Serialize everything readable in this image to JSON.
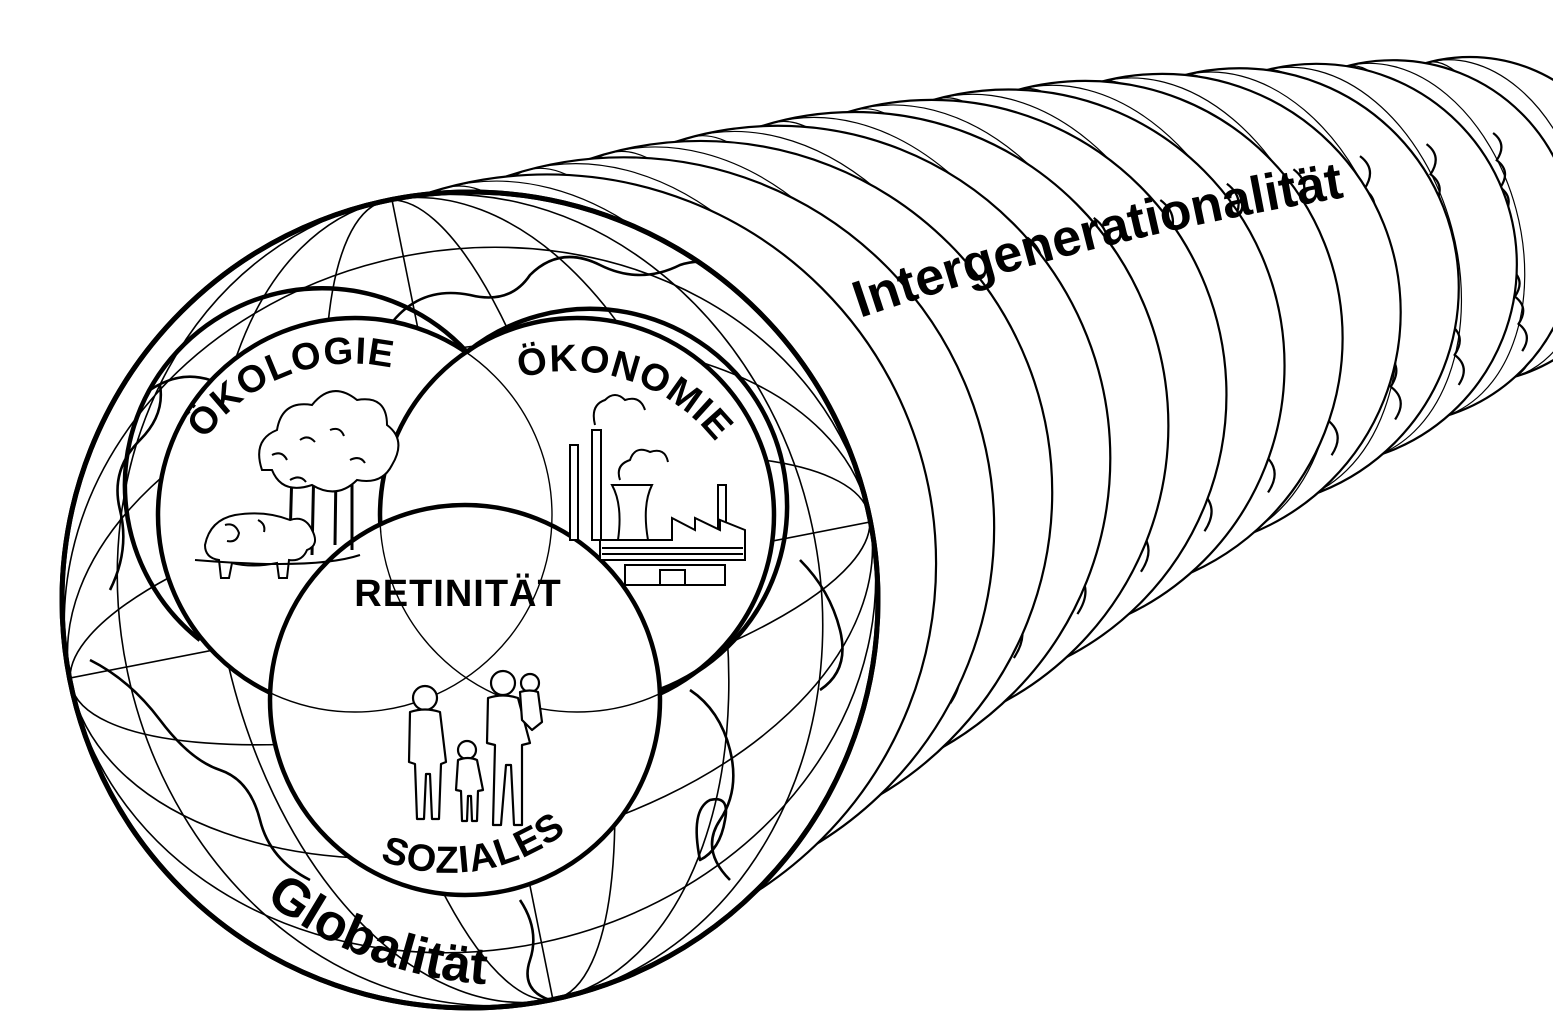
{
  "labels": {
    "ecology": "ÖKOLOGIE",
    "economy": "ÖKONOMIE",
    "social": "SOZIALES",
    "center": "RETINITÄT",
    "globality": "Globalität",
    "intergenerationality": "Intergenerationalität"
  },
  "colors": {
    "ink": "#000000",
    "paper": "#ffffff"
  },
  "icons": {
    "ecology": "tree-and-cow-icon",
    "economy": "factory-icon",
    "social": "family-icon"
  }
}
